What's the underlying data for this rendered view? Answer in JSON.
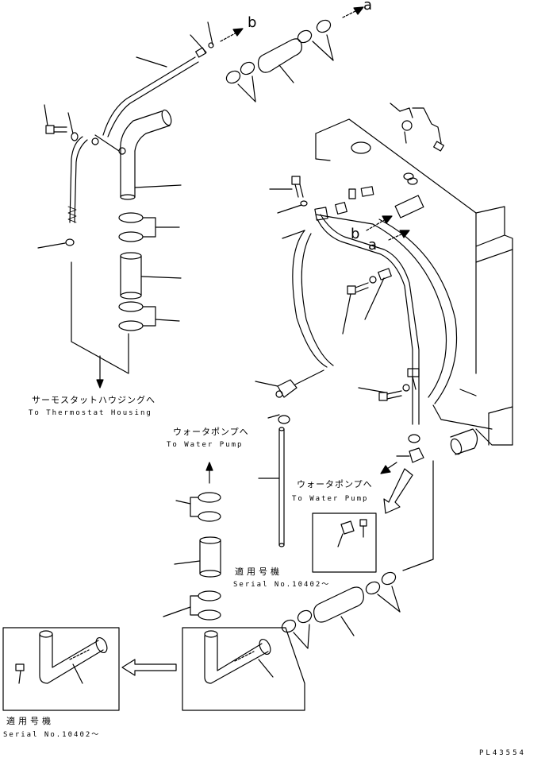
{
  "arrow_labels": {
    "a_top": "a",
    "b_top": "b",
    "b_mid": "b",
    "a_mid": "a"
  },
  "destinations": {
    "thermostat_jp": "サーモスタットハウジングへ",
    "thermostat_en": "To Thermostat Housing",
    "water_pump_left_jp": "ウォータポンプへ",
    "water_pump_left_en": "To Water Pump",
    "water_pump_right_jp": "ウォータポンプへ",
    "water_pump_right_en": "To Water Pump"
  },
  "serial_notes": {
    "middle_jp": "適用号機",
    "middle_en": "Serial No.10402～",
    "bottom_jp": "適用号機",
    "bottom_en": "Serial No.10402～"
  },
  "drawing_ref": "PL43554",
  "colors": {
    "line": "#000000",
    "background": "#ffffff"
  }
}
